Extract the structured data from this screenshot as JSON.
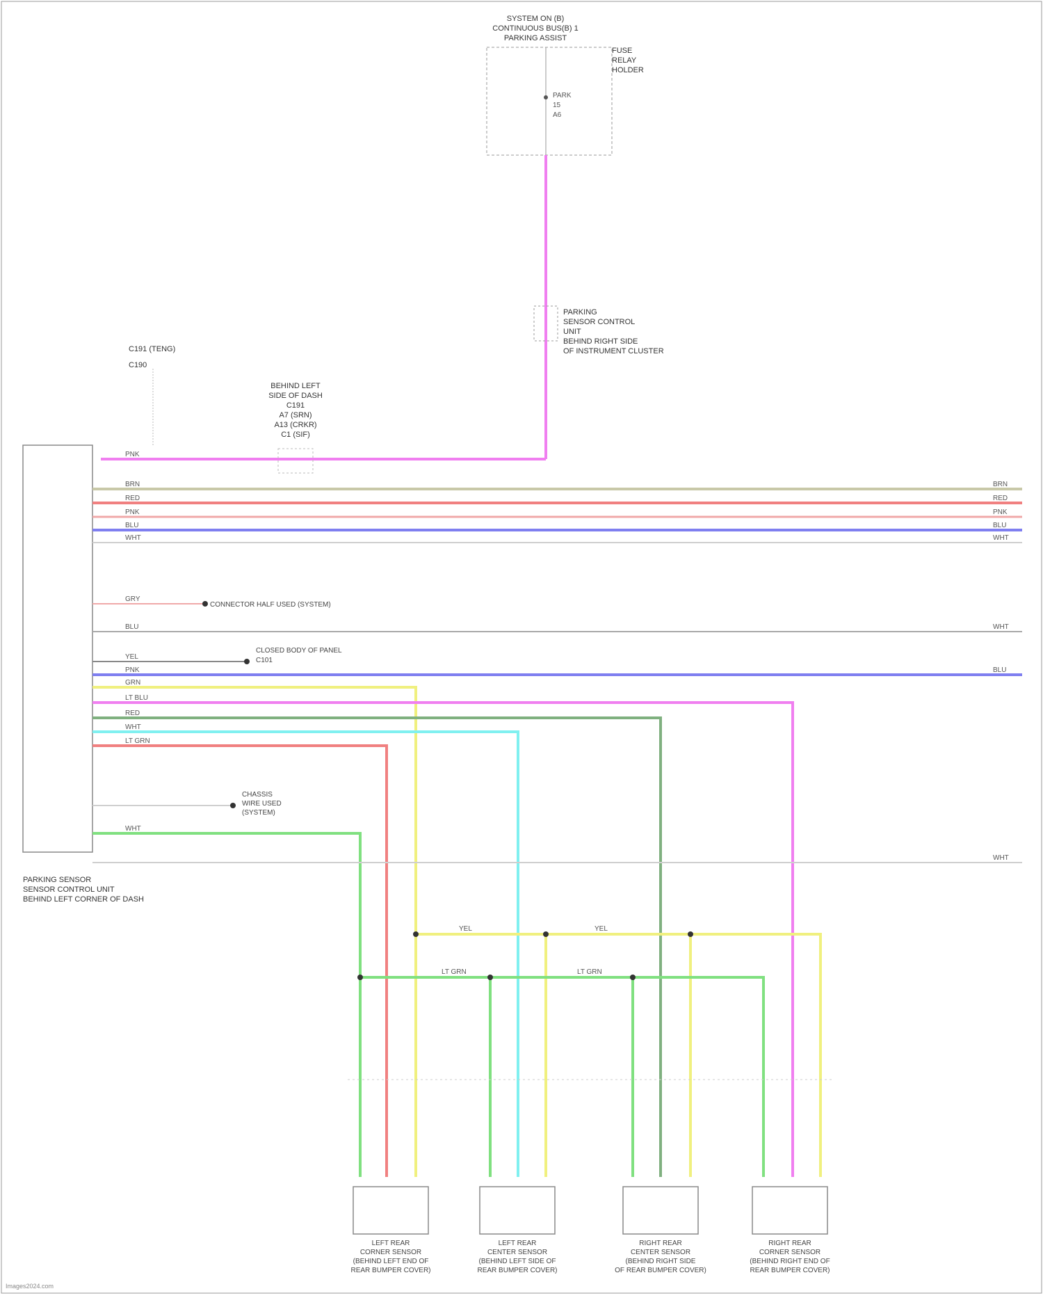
{
  "colors": {
    "pink": "#f07ff0",
    "tan": "#c8c8a8",
    "red": "#f08080",
    "salmon": "#f0a8a8",
    "blue": "#7f7ff0",
    "lightblue": "#9ab0ff",
    "yellow": "#f0f07f",
    "green": "#80e080",
    "darkgreen": "#7fb07f",
    "cyan": "#80f0f0",
    "gray": "#a8a8a8"
  },
  "labels": {
    "top_module": [
      "SYSTEM ON (B)",
      "CONTINUOUS BUS(B) 1",
      "PARKING ASSIST"
    ],
    "top_module_side": [
      "FUSE",
      "RELAY",
      "HOLDER"
    ],
    "top_pins": [
      "PARK",
      "15",
      "A6"
    ],
    "mid_connector": [
      "PARKING",
      "SENSOR CONTROL",
      "UNIT",
      "BEHIND RIGHT SIDE",
      "OF INSTRUMENT CLUSTER"
    ],
    "inline_connector": [
      "BEHIND LEFT",
      "SIDE OF DASH",
      "C191",
      "A7 (SRN)",
      "A13 (CRKR)",
      "C1 (SIF)"
    ],
    "legend": [
      "C191 (TENG)",
      "C190"
    ],
    "control_unit": [
      "PARKING SENSOR",
      "SENSOR CONTROL UNIT",
      "BEHIND LEFT CORNER OF DASH"
    ],
    "annot1": "CONNECTOR HALF USED (SYSTEM)",
    "annot2": [
      "CLOSED BODY OF PANEL",
      "C101"
    ],
    "annot3": [
      "CHASSIS",
      "WIRE USED",
      "(SYSTEM)"
    ],
    "wire_codes": [
      "PNK",
      "BRN",
      "RED",
      "PNK",
      "BLU",
      "WHT",
      "GRY",
      "BLU",
      "YEL",
      "PNK",
      "GRN",
      "LT BLU",
      "RED",
      "WHT",
      "LT GRN",
      "WHT"
    ],
    "right_codes": [
      "BRN",
      "RED",
      "PNK",
      "BLU",
      "WHT",
      "WHT",
      "BLU",
      "WHT"
    ],
    "bus_codes": [
      "YEL",
      "YEL",
      "LT GRN",
      "LT GRN"
    ],
    "sensors": [
      [
        "LEFT REAR",
        "CORNER SENSOR",
        "(BEHIND LEFT END OF",
        "REAR BUMPER COVER)"
      ],
      [
        "LEFT REAR",
        "CENTER SENSOR",
        "(BEHIND LEFT SIDE OF",
        "REAR BUMPER COVER)"
      ],
      [
        "RIGHT REAR",
        "CENTER SENSOR",
        "(BEHIND RIGHT SIDE",
        "OF REAR BUMPER COVER)"
      ],
      [
        "RIGHT REAR",
        "CORNER SENSOR",
        "(BEHIND RIGHT END OF",
        "REAR BUMPER COVER)"
      ]
    ],
    "watermark": "Images2024.com"
  }
}
